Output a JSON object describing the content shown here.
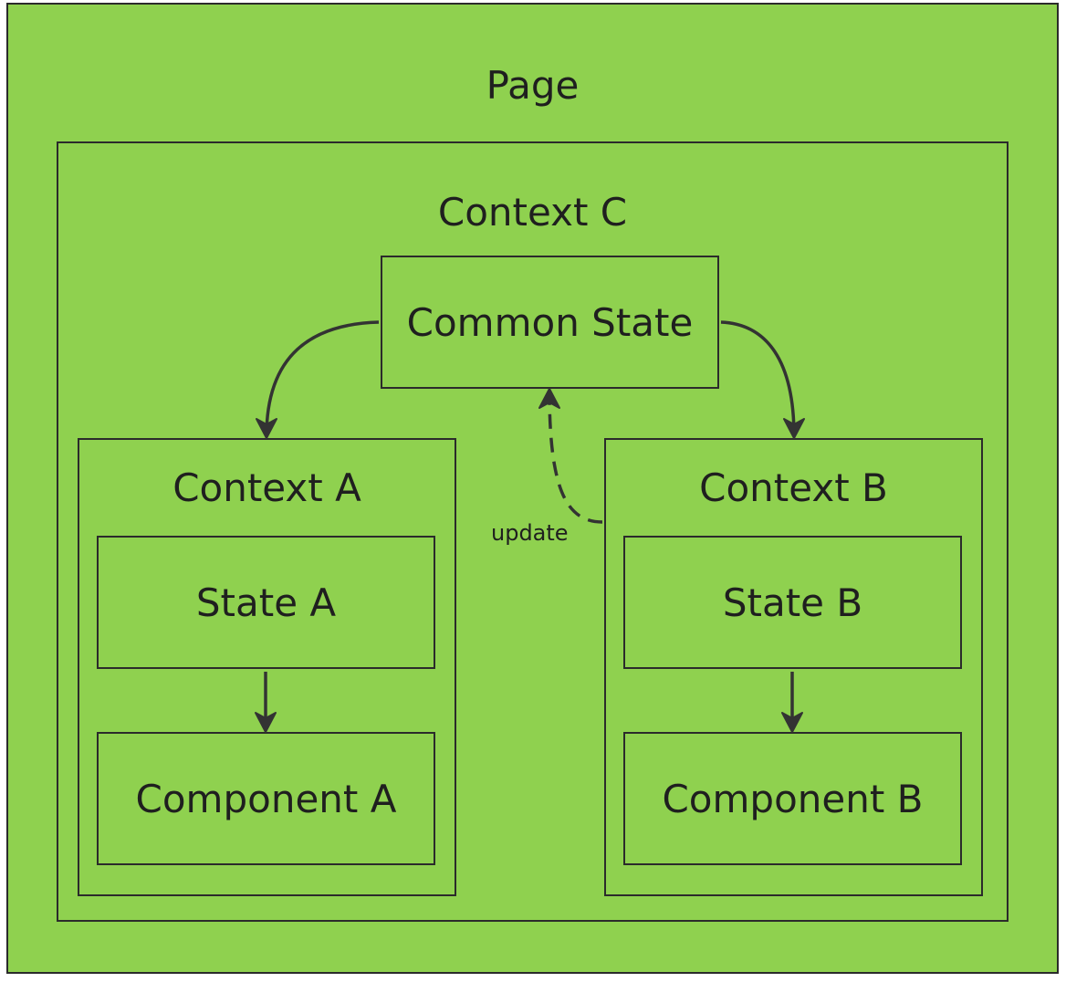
{
  "nodes": {
    "page": "Page",
    "context_c": "Context C",
    "common_state": "Common State",
    "context_a": "Context A",
    "context_b": "Context B",
    "state_a": "State A",
    "state_b": "State B",
    "component_a": "Component A",
    "component_b": "Component B"
  },
  "edges": {
    "update_label": "update"
  },
  "colors": {
    "fill": "#8fd14f",
    "stroke": "#2b2b2b"
  }
}
